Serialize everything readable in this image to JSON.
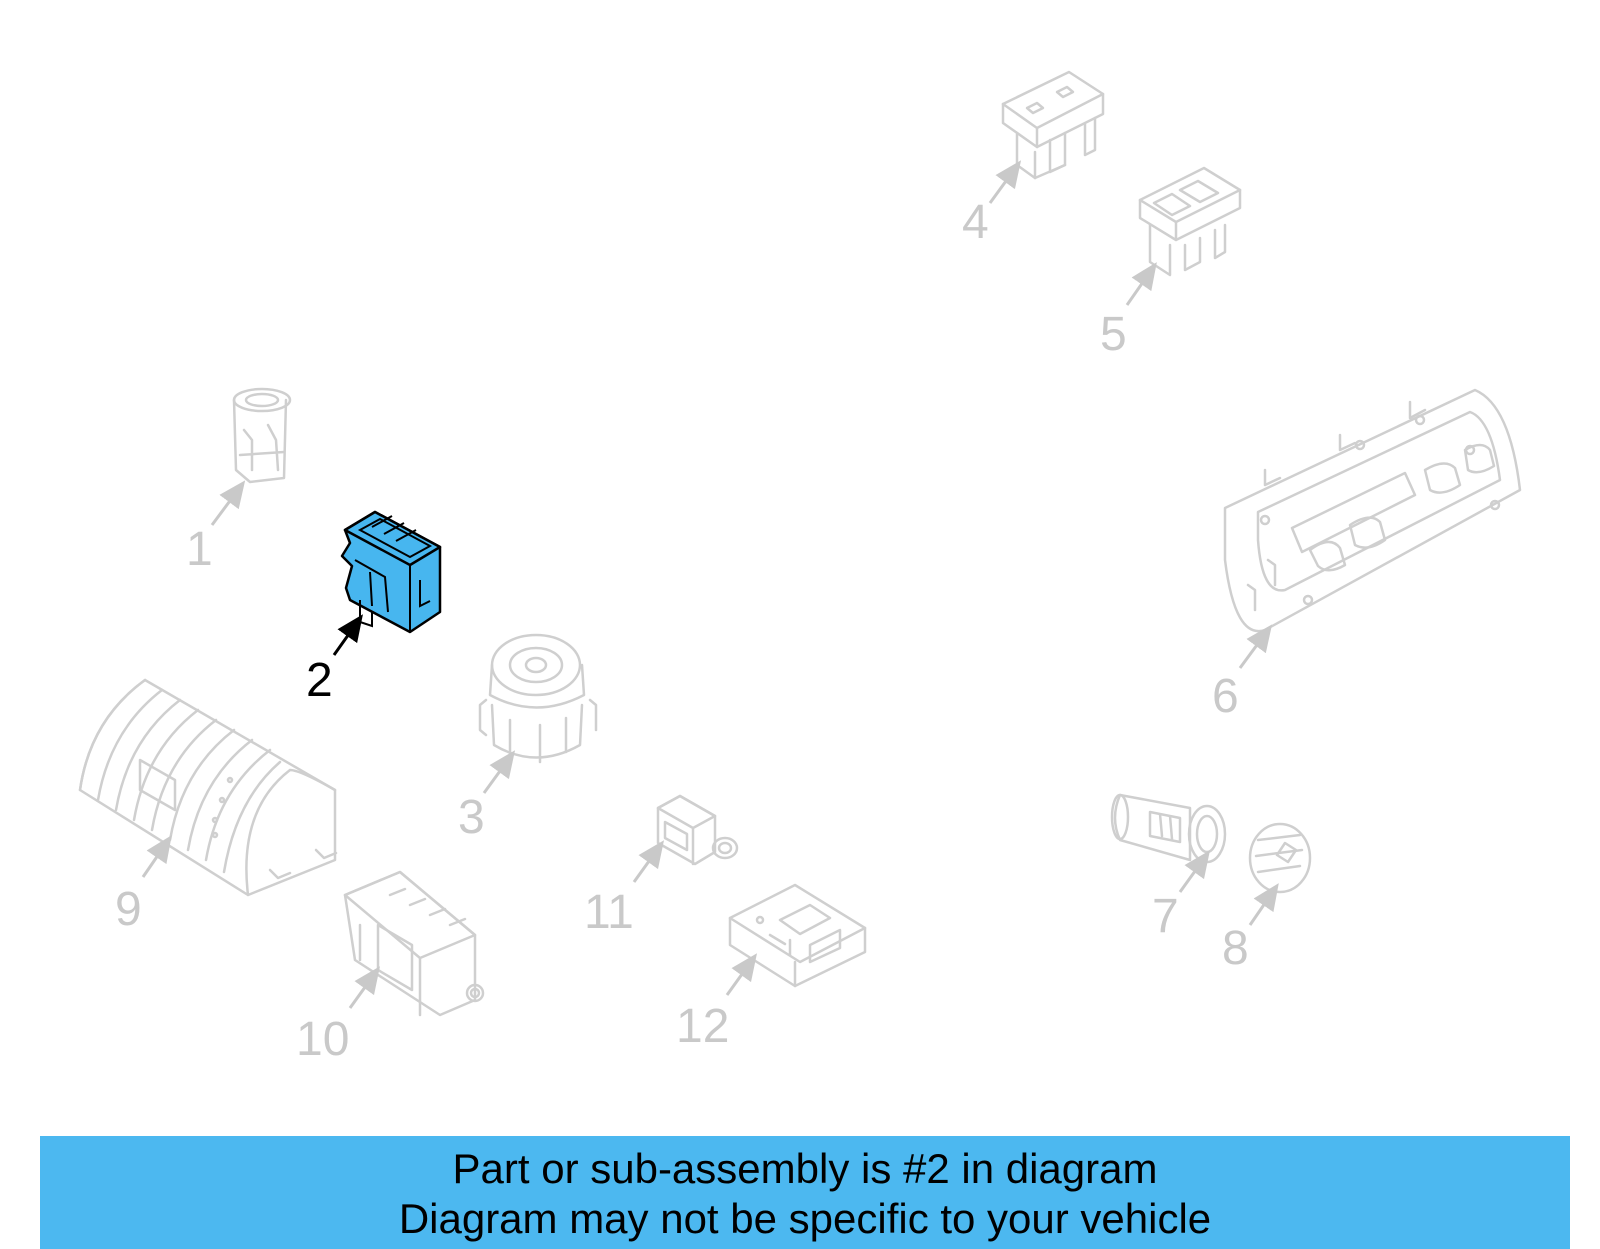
{
  "diagram": {
    "highlighted_part": "2",
    "callouts": [
      "1",
      "2",
      "3",
      "4",
      "5",
      "6",
      "7",
      "8",
      "9",
      "10",
      "11",
      "12"
    ],
    "highlight_color": "#47b6ef",
    "ghost_color": "#c9c9c9"
  },
  "banner": {
    "line1": "Part or sub-assembly is #2 in diagram",
    "line2": "Diagram may not be specific to your vehicle",
    "background": "#4cb8f0"
  }
}
